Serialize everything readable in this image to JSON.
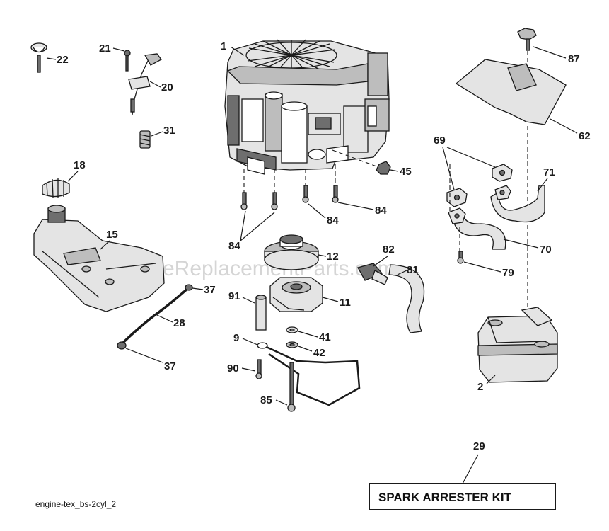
{
  "watermark": "eReplacementParts.com",
  "caption": "engine-tex_bs-2cyl_2",
  "kit_label": "SPARK ARRESTER KIT",
  "callouts": {
    "c1": "1",
    "c2": "2",
    "c9": "9",
    "c11": "11",
    "c12": "12",
    "c15": "15",
    "c18": "18",
    "c20": "20",
    "c21": "21",
    "c22": "22",
    "c28": "28",
    "c29": "29",
    "c31": "31",
    "c37a": "37",
    "c37b": "37",
    "c41": "41",
    "c42": "42",
    "c45": "45",
    "c62": "62",
    "c69": "69",
    "c70": "70",
    "c71": "71",
    "c79": "79",
    "c81": "81",
    "c82": "82",
    "c84a": "84",
    "c84b": "84",
    "c84c": "84",
    "c85": "85",
    "c87": "87",
    "c90": "90",
    "c91": "91"
  }
}
